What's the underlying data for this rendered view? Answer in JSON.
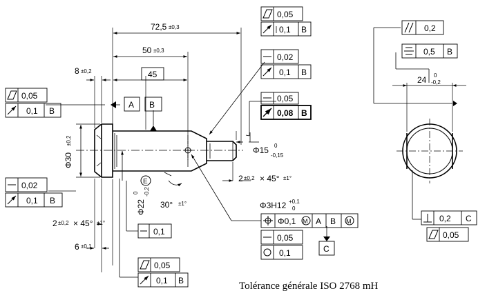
{
  "dimensions": {
    "length_72_5": "72,5",
    "tol_72_5": "±0,3",
    "length_50": "50",
    "tol_50": "±0,3",
    "basic_45": "45",
    "length_8": "8",
    "tol_8": "±0,2",
    "dia_30": "Φ30",
    "tol_30": "±0,2",
    "dia_22": "Φ22",
    "dia_22_upper": "0",
    "dia_22_lower": "-0,2",
    "envelope": "E",
    "dia_15": "Φ15",
    "dia_15_upper": "0",
    "dia_15_lower": "-0,15",
    "angle_30": "30°",
    "angle_30_tol": "±1°",
    "chamfer_right": "2",
    "chamfer_right_tol": "±0,2",
    "chamfer_right_angle": "× 45°",
    "chamfer_right_angle_tol": "±1°",
    "chamfer_left": "2",
    "chamfer_left_tol": "±0,2",
    "chamfer_left_angle": "× 45°",
    "chamfer_left_angle_tol": "±1°",
    "length_6": "6",
    "tol_6": "±0,1",
    "hole_dia": "Φ3H12",
    "hole_upper": "+0,1",
    "hole_lower": "0",
    "width_24": "24",
    "width_24_upper": "0",
    "width_24_lower": "-0,2"
  },
  "datums": {
    "a": "A",
    "b": "B",
    "c": "C"
  },
  "fcf": {
    "flat_005": "0,05",
    "runout_01": "0,1",
    "straight_002": "0,02",
    "runout_008": "0,08",
    "straight_01": "0,1",
    "parallel_02": "0,2",
    "symmetry_05": "0,5",
    "perp_02": "0,2",
    "position_01": "Φ0,1",
    "modifier_m": "M",
    "circ_01": "0,1"
  },
  "general_tolerance": "Tolérance générale ISO 2768 mH"
}
